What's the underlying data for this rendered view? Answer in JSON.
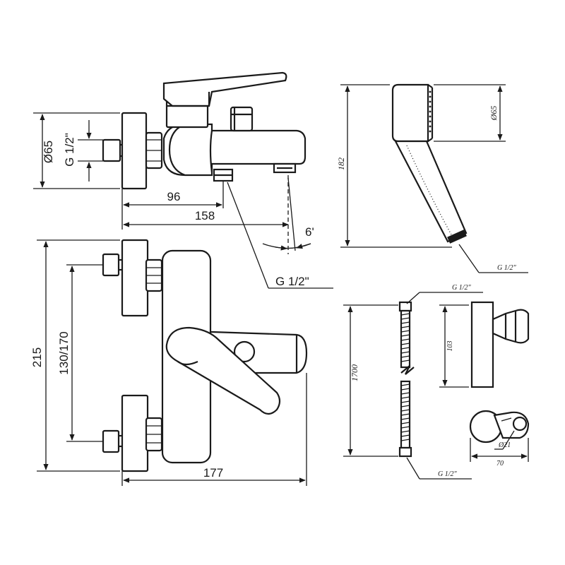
{
  "labels": {
    "dia65_left": "Ø65",
    "g12_left": "G 1/2\"",
    "dim_96": "96",
    "dim_158": "158",
    "angle_6": "6'",
    "g12_spout": "G 1/2\"",
    "dim_215": "215",
    "dim_130_170": "130/170",
    "dim_177": "177",
    "dim_182": "182",
    "dia65_shower": "Ø65",
    "g12_shower": "G 1/2\"",
    "g12_hose_top": "G 1/2\"",
    "g12_hose_bottom": "G 1/2\"",
    "dim_1700": "1700",
    "dim_103": "103",
    "dim_d21": "Ø21",
    "dim_70": "70"
  }
}
